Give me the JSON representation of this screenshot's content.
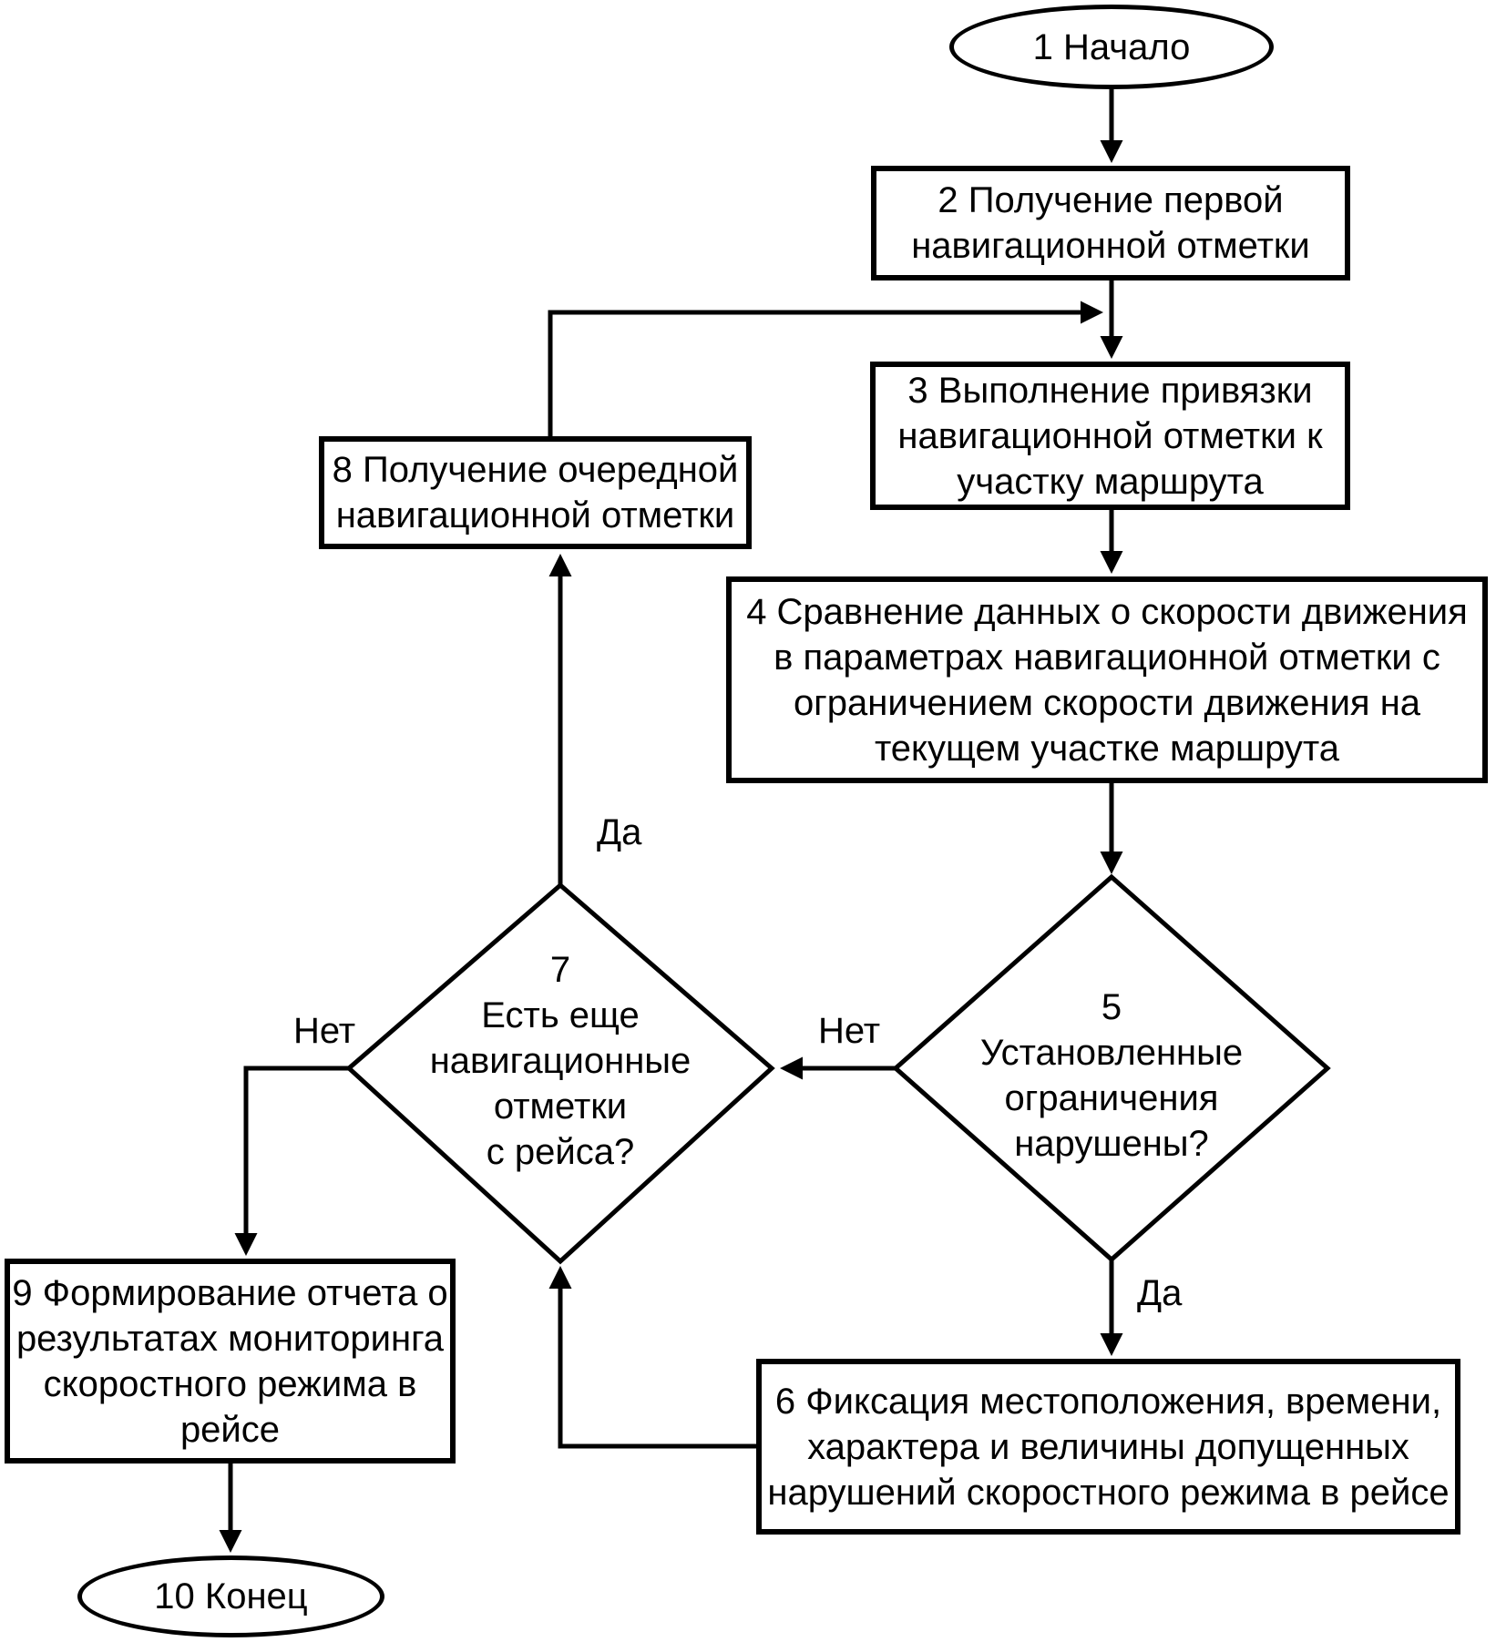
{
  "diagram": {
    "type": "flowchart",
    "language": "ru",
    "colors": {
      "stroke": "#000000",
      "fill": "#ffffff",
      "text": "#000000"
    },
    "nodes": {
      "n1": {
        "shape": "terminator",
        "label": "1 Начало"
      },
      "n2": {
        "shape": "process",
        "label": "2 Получение первой\nнавигационной отметки"
      },
      "n3": {
        "shape": "process",
        "label": "3 Выполнение привязки\nнавигационной отметки к\nучастку маршрута"
      },
      "n4": {
        "shape": "process",
        "label": "4 Сравнение данных о скорости движения\nв параметрах навигационной отметки с\nограничением скорости движения на\nтекущем участке маршрута"
      },
      "n5": {
        "shape": "decision",
        "label": "5\nУстановленные\nограничения\nнарушены?"
      },
      "n6": {
        "shape": "process",
        "label": "6 Фиксация местоположения, времени,\nхарактера и величины допущенных\nнарушений скоростного режима в рейсе"
      },
      "n7": {
        "shape": "decision",
        "label": "7\nЕсть еще\nнавигационные\nотметки\nс рейса?"
      },
      "n8": {
        "shape": "process",
        "label": "8 Получение очередной\nнавигационной отметки"
      },
      "n9": {
        "shape": "process",
        "label": "9 Формирование отчета о\nрезультатах мониторинга\nскоростного режима в\nрейсе"
      },
      "n10": {
        "shape": "terminator",
        "label": "10 Конец"
      }
    },
    "edges": [
      {
        "from": "n1",
        "to": "n2",
        "label": ""
      },
      {
        "from": "n2",
        "to": "n3",
        "label": ""
      },
      {
        "from": "n3",
        "to": "n4",
        "label": ""
      },
      {
        "from": "n4",
        "to": "n5",
        "label": ""
      },
      {
        "from": "n5",
        "to": "n7",
        "label": "Нет"
      },
      {
        "from": "n5",
        "to": "n6",
        "label": "Да"
      },
      {
        "from": "n7",
        "to": "n8",
        "label": "Да"
      },
      {
        "from": "n7",
        "to": "n9",
        "label": "Нет"
      },
      {
        "from": "n8",
        "to": "n3",
        "label": ""
      },
      {
        "from": "n6",
        "to": "n7",
        "label": ""
      },
      {
        "from": "n9",
        "to": "n10",
        "label": ""
      }
    ]
  }
}
